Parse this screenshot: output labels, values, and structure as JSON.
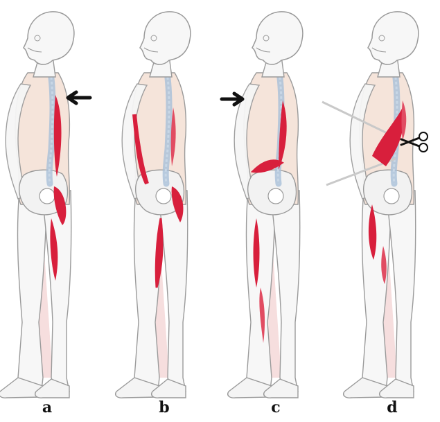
{
  "panels": [
    {
      "label": "a",
      "annotation": "arrow-pointing-left-at-lower-back"
    },
    {
      "label": "b",
      "annotation": "none"
    },
    {
      "label": "c",
      "annotation": "arrow-pointing-right-at-chest"
    },
    {
      "label": "d",
      "annotation": "scissors-cutting-psoas"
    }
  ],
  "colors": {
    "outline": "#9a9a9a",
    "skin": "#f5e4da",
    "bone": "#f4f4f4",
    "muscle_highlight": "#d81f3c",
    "muscle_faded": "#eab6b6",
    "spine": "#a7bfd8",
    "arrow": "#111111",
    "guide_line": "#c9c9c9"
  }
}
